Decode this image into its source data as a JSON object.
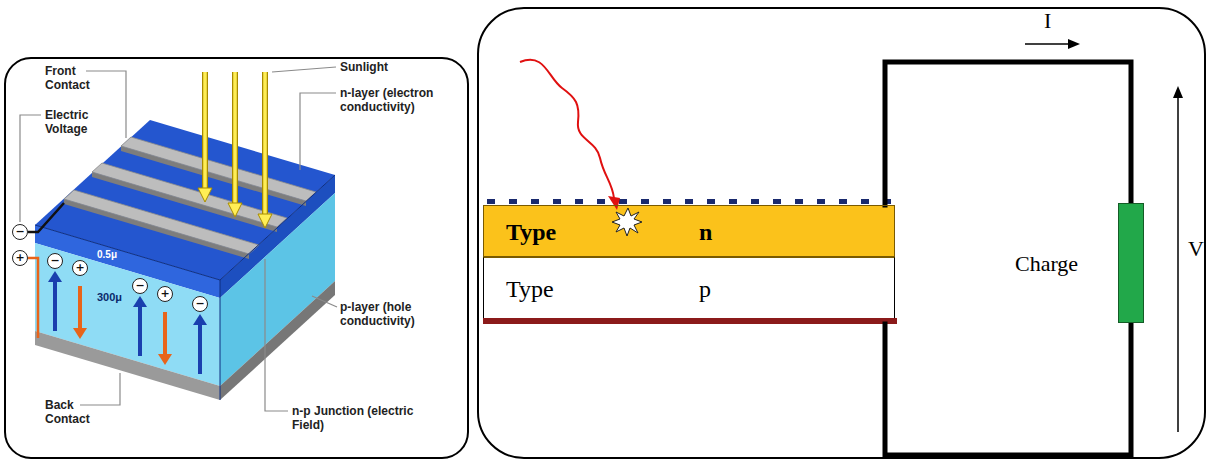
{
  "diagram": {
    "nodes": [
      {
        "text": [
          "Type",
          "n"
        ]
      },
      {
        "text": [
          "Type",
          "p"
        ]
      },
      {
        "text": [
          "Charge"
        ]
      }
    ],
    "edges": [
      {
        "from": 0,
        "to": 2,
        "arrow": "none"
      },
      {
        "from": 1,
        "to": 2,
        "arrow": "none"
      }
    ],
    "labels": [
      "Front Contact",
      "Electric Voltage",
      "Sunlight",
      "n-layer (electron conductivity)",
      "0.5μ",
      "300μ",
      "p-layer (hole conductivity)",
      "Back Contact",
      "n-p Junction (electric Field)",
      "−",
      "+",
      "−",
      "+",
      "−",
      "+",
      "−",
      "I",
      "V"
    ]
  }
}
